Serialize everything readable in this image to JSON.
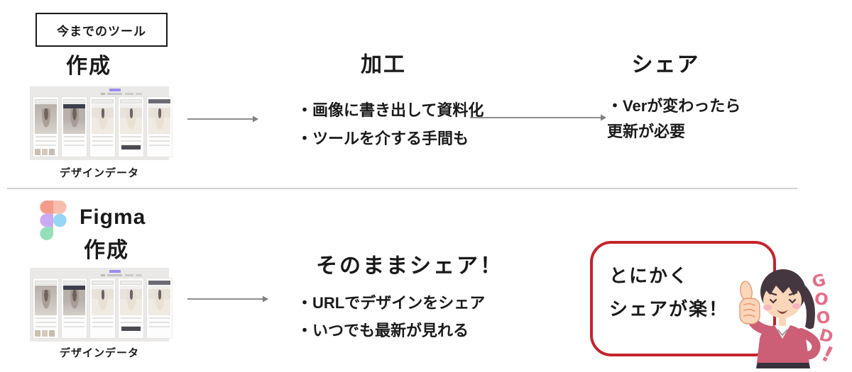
{
  "top": {
    "tag": "今までのツール",
    "create": {
      "title": "作成",
      "caption": "デザインデータ"
    },
    "process": {
      "title": "加工",
      "bullets": [
        "・画像に書き出して資料化",
        "・ツールを介する手間も"
      ]
    },
    "share": {
      "title": "シェア",
      "bullets": [
        "・Verが変わったら",
        "更新が必要"
      ]
    }
  },
  "bottom": {
    "brand": "Figma",
    "create": {
      "title": "作成",
      "caption": "デザインデータ"
    },
    "share": {
      "title": "そのままシェア！",
      "bullets": [
        "・URLでデザインをシェア",
        "・いつでも最新が見れる"
      ]
    },
    "bubble": {
      "lines": [
        "とにかく",
        "シェアが楽！"
      ]
    },
    "good": {
      "letters": [
        "G",
        "O",
        "O",
        "D",
        "!"
      ]
    }
  },
  "colors": {
    "bubble_red": "#c5232b",
    "arrow_gray": "#7f7f7f",
    "good_pink": "#e56e88",
    "divider_gray": "#d0d0d0",
    "figma_palette": [
      "#f59b8b",
      "#f9bdae",
      "#cbaaf4",
      "#95d5f7",
      "#93dfba"
    ],
    "sweater_pink": "#cc5e76",
    "hair_brown": "#453740",
    "skin_peach": "#fcd6ba"
  }
}
